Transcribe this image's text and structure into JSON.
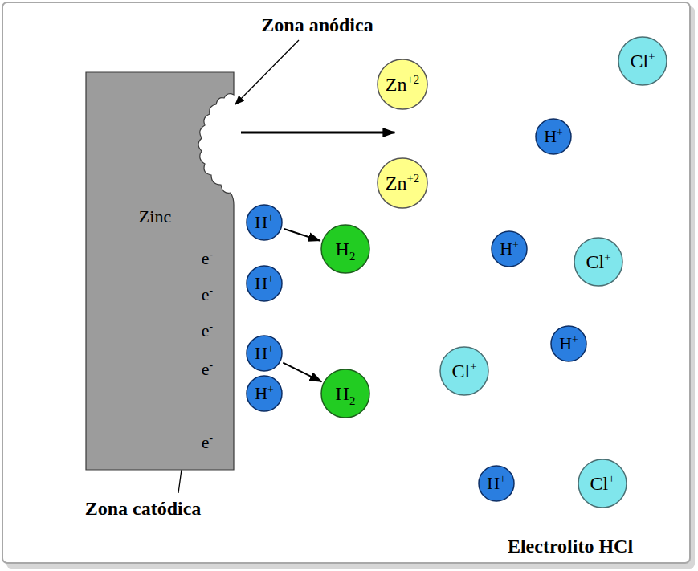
{
  "diagram": {
    "nodes": [
      {
        "text": [
          "Zinc",
          "e-",
          "e-",
          "e-",
          "e-",
          "e-"
        ]
      },
      {
        "text": [
          "Cl+"
        ]
      },
      {
        "text": [
          "Zn+2"
        ]
      },
      {
        "text": [
          "H+"
        ]
      },
      {
        "text": [
          "Zn+2"
        ]
      },
      {
        "text": [
          "H+"
        ]
      },
      {
        "text": [
          "H2"
        ]
      },
      {
        "text": [
          "H+"
        ]
      },
      {
        "text": [
          "Cl+"
        ]
      },
      {
        "text": [
          "H+"
        ]
      },
      {
        "text": [
          "H+"
        ]
      },
      {
        "text": [
          "H+"
        ]
      },
      {
        "text": [
          "Cl+"
        ]
      },
      {
        "text": [
          "H+"
        ]
      },
      {
        "text": [
          "H2"
        ]
      },
      {
        "text": [
          "H+"
        ]
      },
      {
        "text": [
          "Cl+"
        ]
      }
    ],
    "edges": [
      {
        "from": 0,
        "to": 2,
        "arrow": "to"
      },
      {
        "from": 5,
        "to": 6,
        "arrow": "to"
      },
      {
        "from": 11,
        "to": 14,
        "arrow": "to"
      }
    ],
    "labels": [
      "Zona anódica",
      "Zona catódica",
      "Electrolito HCl"
    ]
  }
}
